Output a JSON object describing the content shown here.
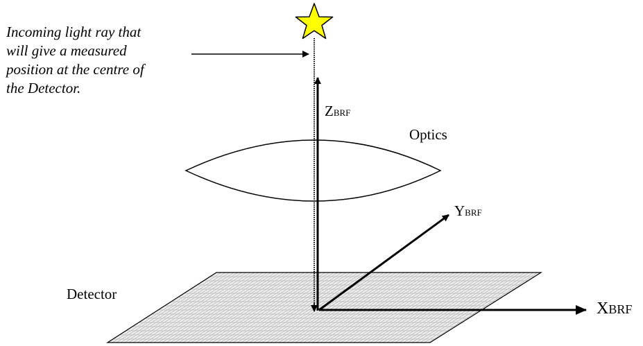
{
  "caption": {
    "lines": [
      "Incoming light ray that",
      "will give a measured",
      "position at the centre of",
      "the Detector."
    ]
  },
  "labels": {
    "optics": "Optics",
    "detector": "Detector",
    "z_axis": {
      "main": "Z",
      "sub": "BRF"
    },
    "y_axis": {
      "main": "Y",
      "sub": "BRF"
    },
    "x_axis": {
      "main": "X",
      "sub": "BRF"
    }
  },
  "colors": {
    "star_fill": "#ffff00",
    "line": "#000000",
    "grid": "#b9b9b9"
  },
  "icons": {
    "star": "star-icon"
  }
}
